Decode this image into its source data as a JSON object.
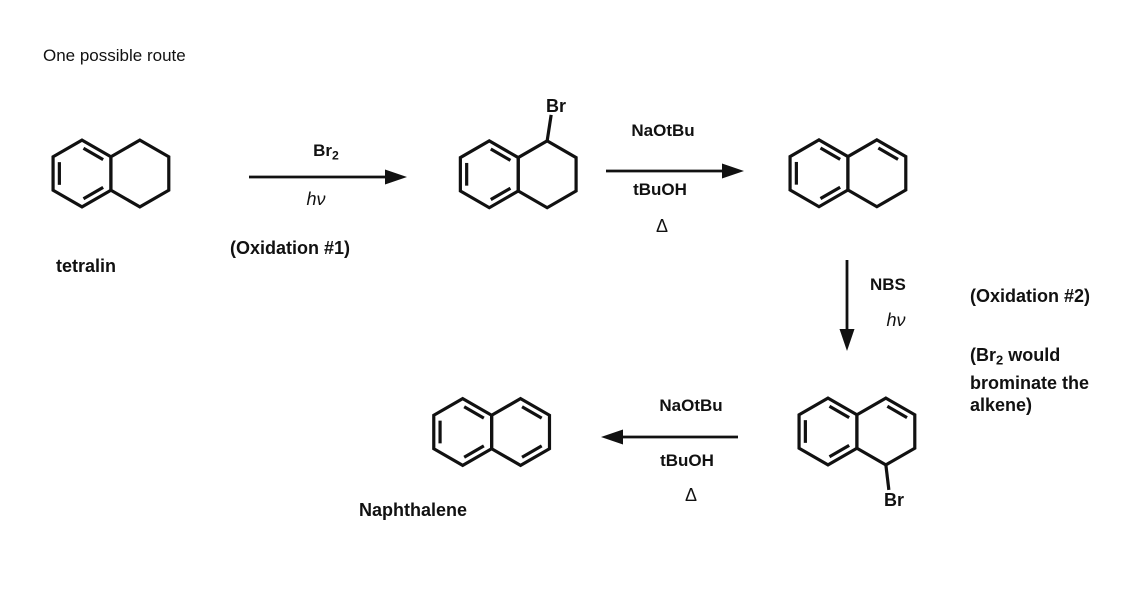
{
  "page": {
    "title": "One possible route"
  },
  "labels": {
    "tetralin": "tetralin",
    "naphthalene": "Naphthalene"
  },
  "substituents": {
    "bromotetralin_br": "Br",
    "bromodihydronaphthalene_br": "Br"
  },
  "steps": {
    "step1": {
      "reagent_base": "Br",
      "reagent_sub": "2",
      "light_h": "h",
      "light_nu": "ν",
      "note": "(Oxidation #1)"
    },
    "step2": {
      "reagent": "NaOtBu",
      "solvent": "tBuOH",
      "heat": "Δ"
    },
    "step3": {
      "reagent": "NBS",
      "light_h": "h",
      "light_nu": "ν",
      "note": "(Oxidation #2)",
      "annotation_l1_base": "(Br",
      "annotation_l1_sub": "2",
      "annotation_l1_rest": " would",
      "annotation_l2": "brominate the",
      "annotation_l3": "alkene)"
    },
    "step4": {
      "reagent": "NaOtBu",
      "solvent": "tBuOH",
      "heat": "Δ"
    }
  }
}
